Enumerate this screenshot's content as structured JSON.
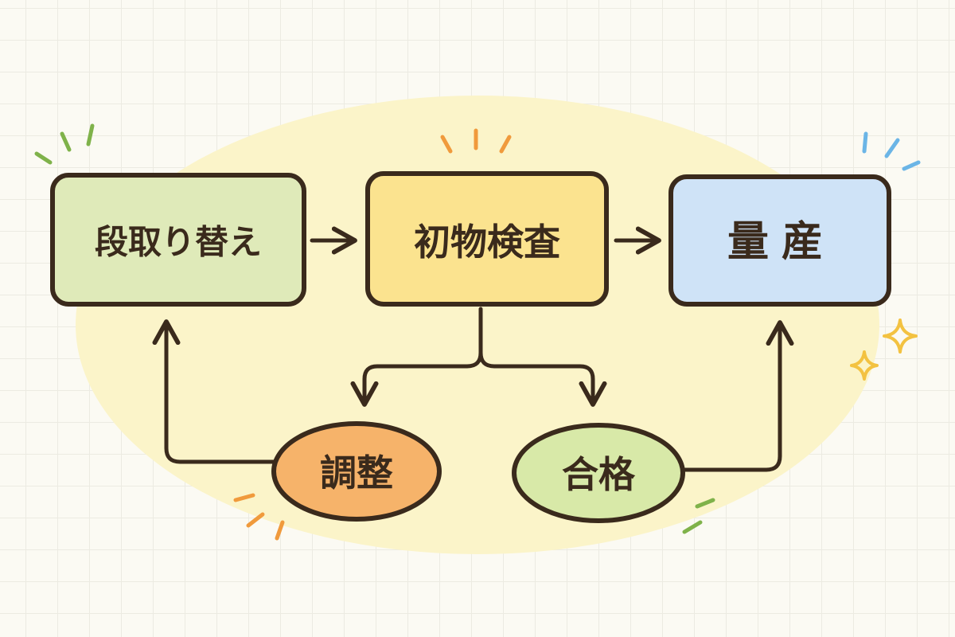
{
  "nodes": {
    "setup": {
      "label": "段取り替え",
      "color": "#dfeab9"
    },
    "inspection": {
      "label": "初物検査",
      "color": "#fbe38f"
    },
    "production": {
      "label": "量産",
      "color": "#cfe3f7"
    },
    "adjust": {
      "label": "調整",
      "color": "#f6b36a"
    },
    "pass": {
      "label": "合格",
      "color": "#d8e9a8"
    }
  },
  "colors": {
    "outline": "#3a2a1c",
    "background_blob": "#fbf4c9",
    "accent_green": "#7fb24a",
    "accent_orange": "#f09a3c",
    "accent_blue": "#6bb5e6",
    "sparkle": "#f3c241"
  }
}
